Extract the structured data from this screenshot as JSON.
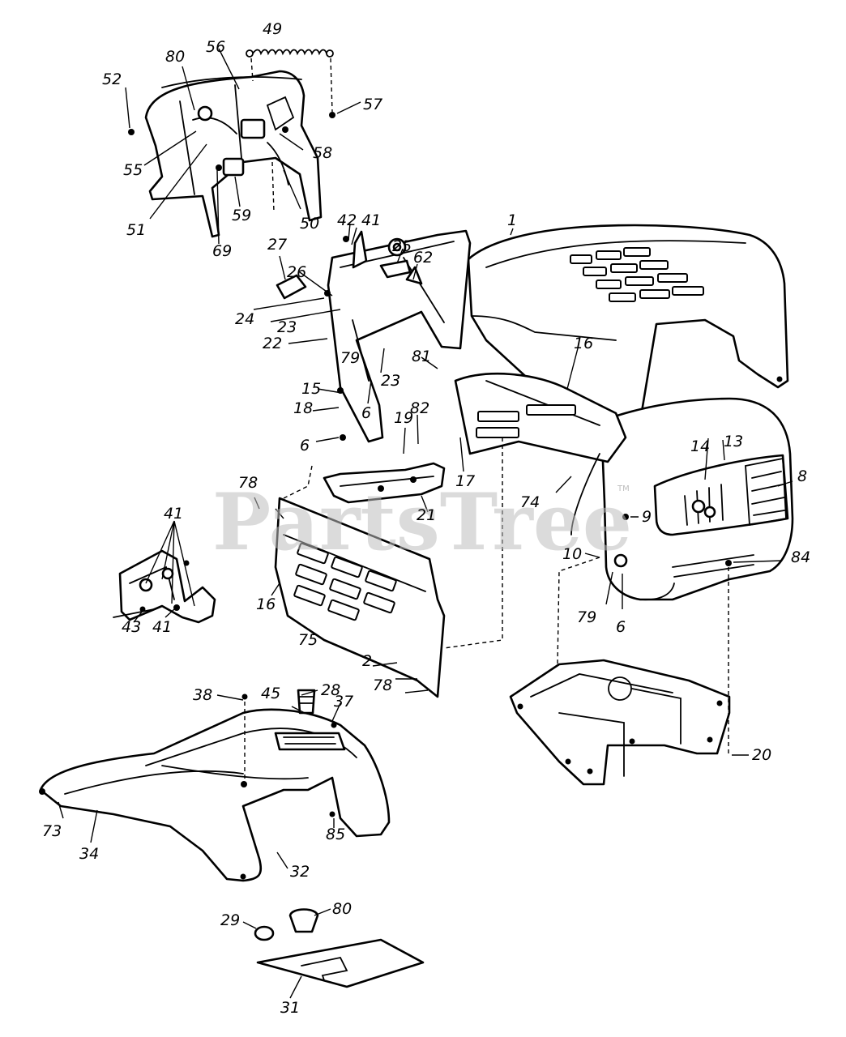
{
  "watermark": {
    "text": "PartsTree",
    "trademark": "TM",
    "color": "#bdbdbd"
  },
  "diagram": {
    "line_color": "#000000",
    "background": "#ffffff",
    "callouts": [
      "1",
      "2",
      "6",
      "6",
      "6",
      "8",
      "9",
      "10",
      "13",
      "14",
      "15",
      "16",
      "16",
      "17",
      "18",
      "19",
      "20",
      "21",
      "22",
      "23",
      "23",
      "24",
      "25",
      "26",
      "27",
      "28",
      "29",
      "31",
      "32",
      "34",
      "37",
      "38",
      "41",
      "41",
      "41",
      "42",
      "43",
      "45",
      "49",
      "50",
      "51",
      "52",
      "55",
      "56",
      "57",
      "58",
      "59",
      "62",
      "69",
      "73",
      "74",
      "75",
      "78",
      "78",
      "79",
      "79",
      "80",
      "80",
      "81",
      "82",
      "84",
      "85"
    ]
  }
}
